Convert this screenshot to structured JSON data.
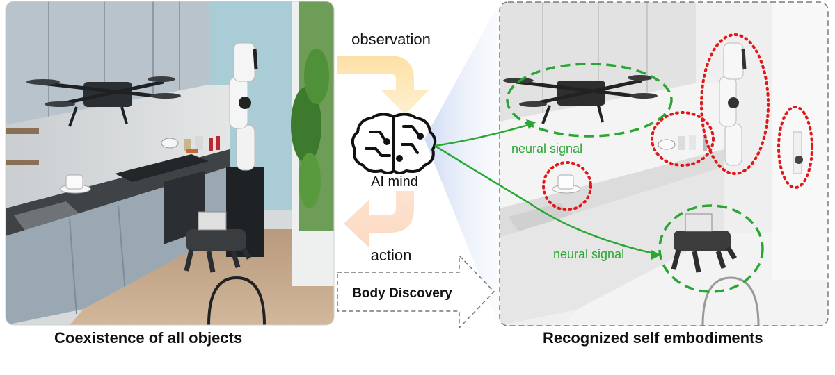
{
  "left_panel": {
    "caption": "Coexistence of all objects"
  },
  "right_panel": {
    "caption": "Recognized self embodiments"
  },
  "flow": {
    "observation_label": "observation",
    "ai_mind_label": "AI mind",
    "action_label": "action",
    "body_discovery_label": "Body Discovery",
    "neural_signal_label_1": "neural signal",
    "neural_signal_label_2": "neural signal"
  },
  "colors": {
    "recognized_self": "#2aa632",
    "not_self": "#e01818",
    "observation_arrow": "#fde7b0",
    "action_arrow": "#fde3d0",
    "neural_signal": "#2aa632"
  },
  "objects": {
    "drone": "drone-icon",
    "robot_arm": "robot-arm-icon",
    "robot_dog": "robot-dog-icon",
    "cup": "coffee-cup-icon",
    "items_on_counter": "items-icon",
    "plant": "plant-icon"
  }
}
